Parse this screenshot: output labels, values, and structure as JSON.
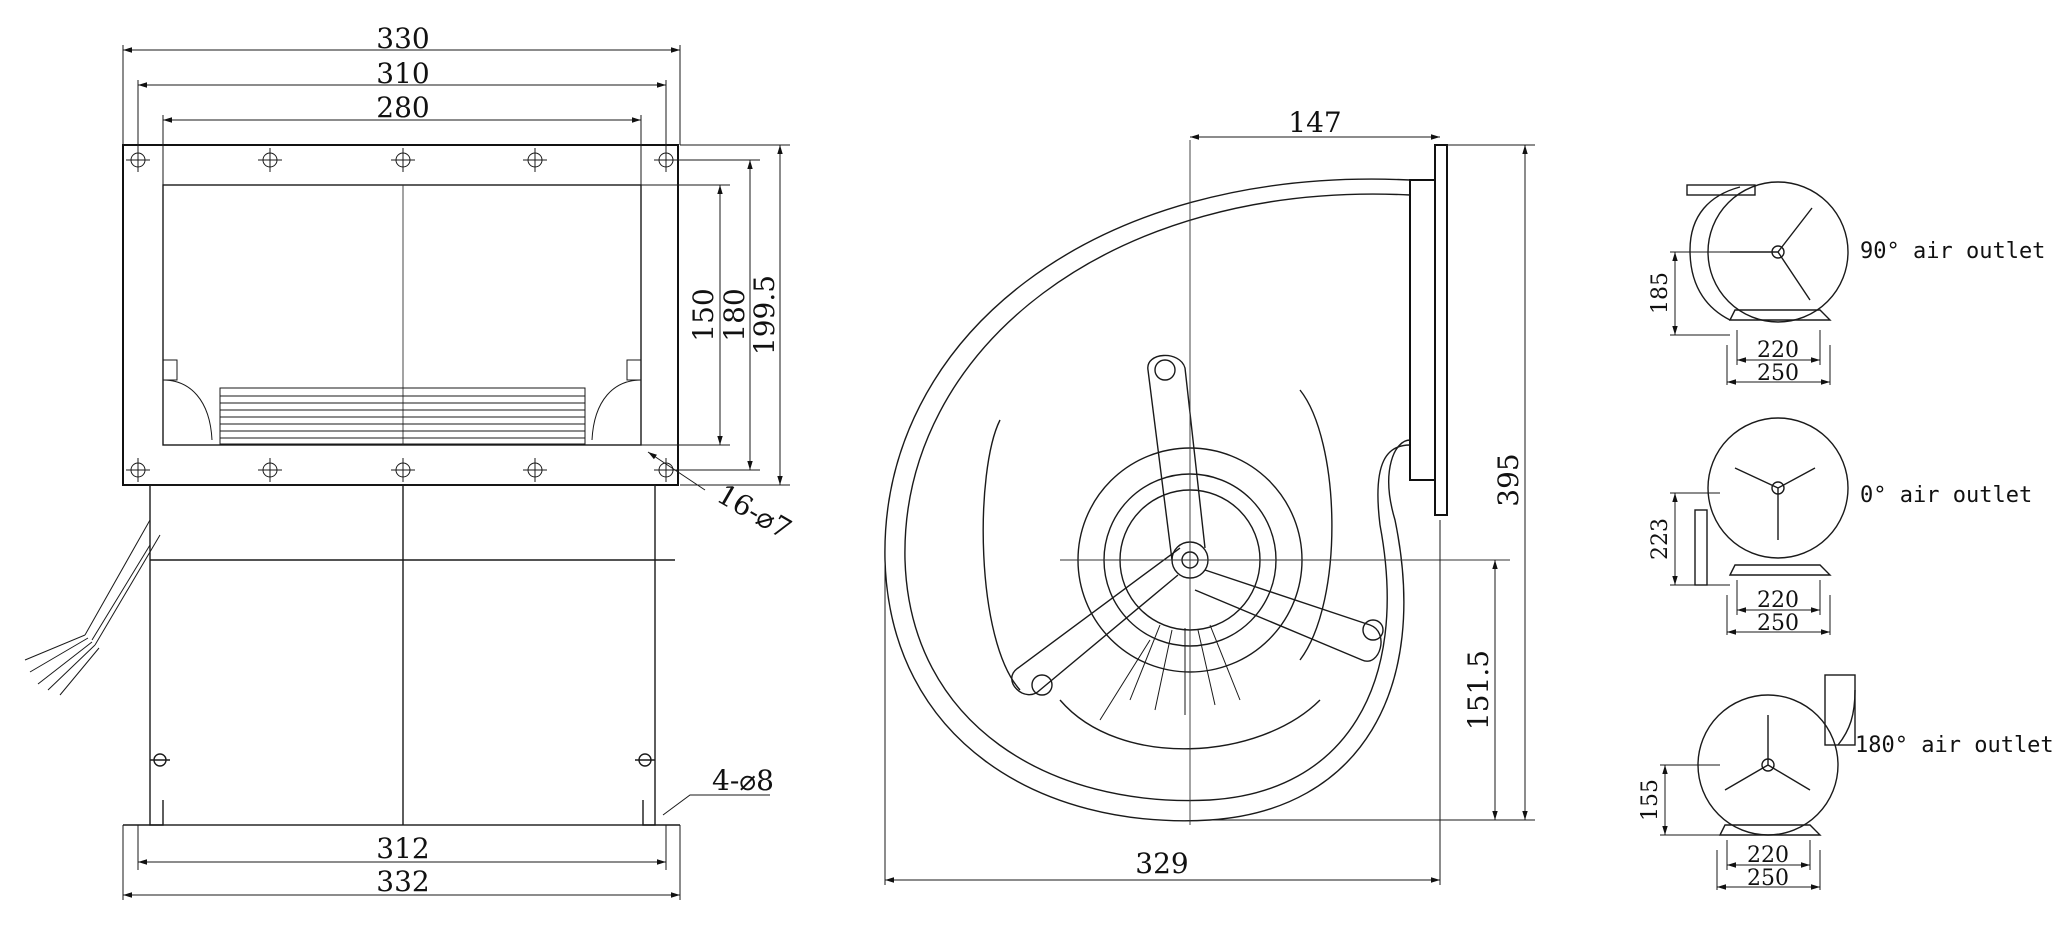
{
  "front_view": {
    "dims_top": [
      "330",
      "310",
      "280"
    ],
    "dims_right": [
      "150",
      "180",
      "199.5"
    ],
    "hole_callout": "16-⌀7",
    "foot_callout": "4-⌀8",
    "dims_bottom": [
      "312",
      "332"
    ]
  },
  "side_view": {
    "dim_top": "147",
    "dim_height": "395",
    "dim_center": "151.5",
    "dim_width": "329"
  },
  "variants": [
    {
      "label": "90° air outlet",
      "height": "185",
      "inner": "220",
      "outer": "250"
    },
    {
      "label": "0° air outlet",
      "height": "223",
      "inner": "220",
      "outer": "250"
    },
    {
      "label": "180° air outlet",
      "height": "155",
      "inner": "220",
      "outer": "250"
    }
  ]
}
